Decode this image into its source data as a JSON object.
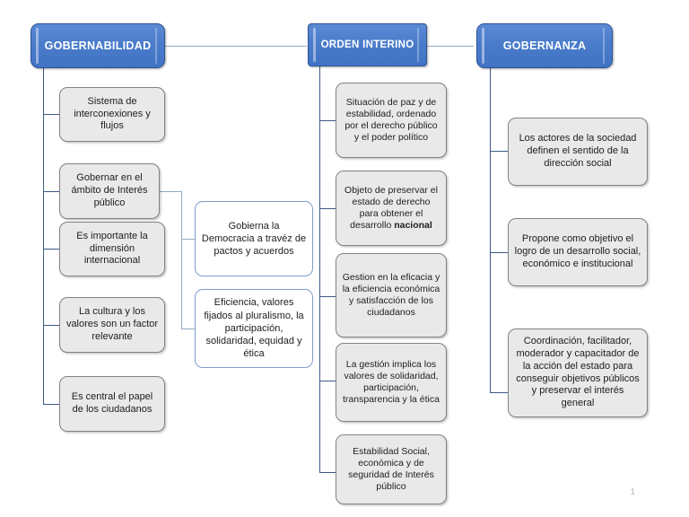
{
  "diagram": {
    "title_columns": [
      {
        "id": "gobernabilidad",
        "label": "GOBERNABILIDAD"
      },
      {
        "id": "orden-interino",
        "label": "ORDEN INTERINO"
      },
      {
        "id": "gobernanza",
        "label": "GOBERNANZA"
      }
    ],
    "left_branch": [
      {
        "label": "Sistema de interconexiones y flujos"
      },
      {
        "label": "Gobernar en el ámbito de Interés público"
      },
      {
        "label": "Es importante la dimensión internacional"
      },
      {
        "label": "La cultura y los valores son un factor relevante"
      },
      {
        "label": "Es central el papel de los ciudadanos"
      }
    ],
    "middle_branch": [
      {
        "label": "Gobierna la Democracia a travéz de pactos y acuerdos"
      },
      {
        "label": "Eficiencia, valores fijados al pluralismo, la participación, solidaridad, equidad y ética"
      }
    ],
    "center_branch": [
      {
        "label": "Situación de paz y de estabilidad, ordenado por el derecho público y el poder político",
        "bold_tail": ""
      },
      {
        "label": "Objeto de preservar el estado de derecho para obtener el desarrollo ",
        "bold_tail": "nacional"
      },
      {
        "label": "Gestion en la eficacia y la eficiencia económica y satisfacción de los ciudadanos",
        "bold_tail": ""
      },
      {
        "label": "La gestión implica los valores de solidaridad, participación, transparencia y la ética",
        "bold_tail": ""
      },
      {
        "label": "Estabilidad Social, económica y de seguridad de Interés público",
        "bold_tail": ""
      }
    ],
    "right_branch": [
      {
        "label": "Los actores de la sociedad definen el sentido de la dirección social"
      },
      {
        "label": "Propone como objetivo el logro de un desarrollo social, económico e institucional"
      },
      {
        "label": "Coordinación, facilitador, moderador y capacitador de la acción del estado para conseguir objetivos públicos y preservar el interés general"
      }
    ],
    "page_number": "1",
    "colors": {
      "header_blue": "#4a7ccb",
      "header_border": "#2d5596",
      "connector": "#3b5a84",
      "box_fill": "#e9e9e9",
      "box_border": "#828282",
      "white_box_border": "#7d9dc7",
      "page_number": "#b9b9b9"
    }
  }
}
